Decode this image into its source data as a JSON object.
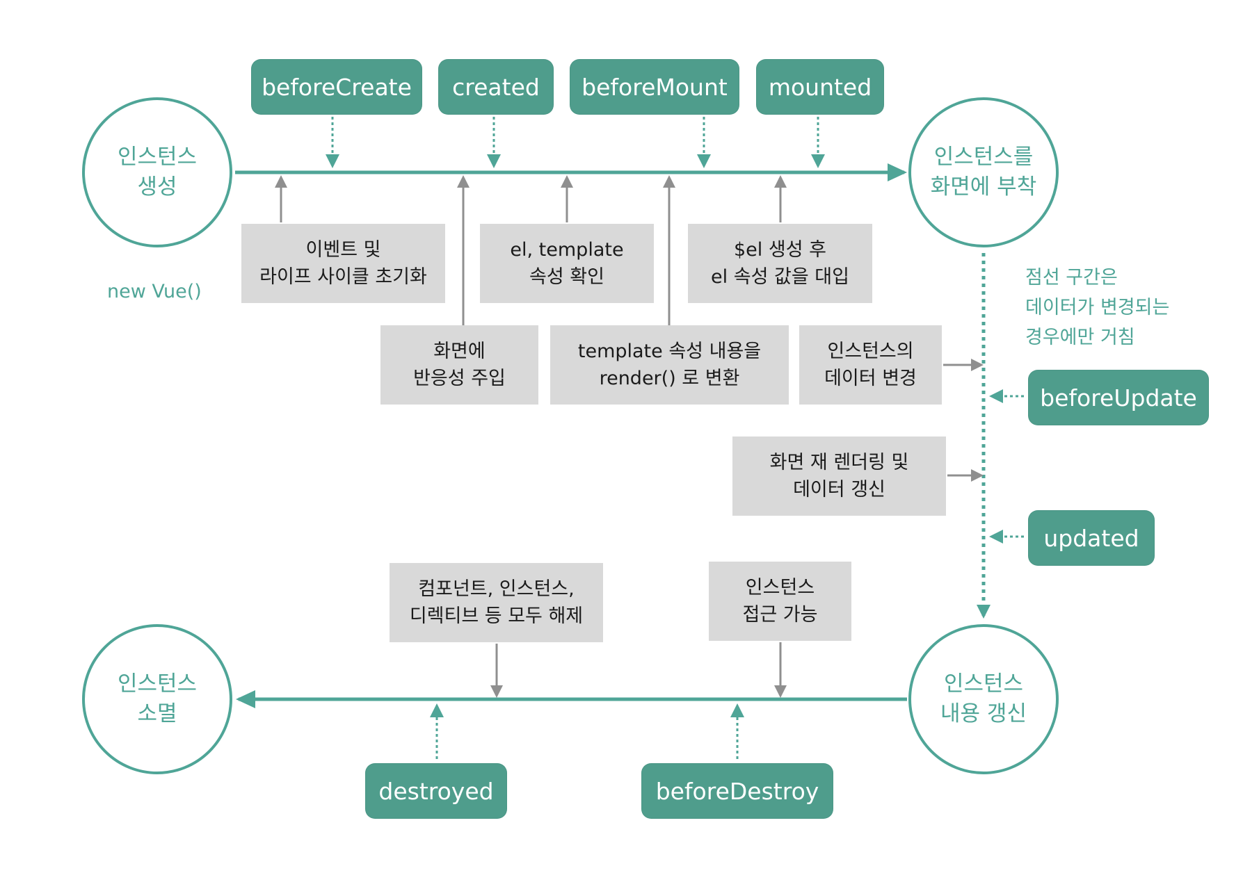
{
  "states": {
    "create": "인스턴스\n생성",
    "attach": "인스턴스를\n화면에 부착",
    "update": "인스턴스\n내용 갱신",
    "destroy": "인스턴스\n소멸"
  },
  "new_vue_label": "new Vue()",
  "hooks": {
    "beforeCreate": "beforeCreate",
    "created": "created",
    "beforeMount": "beforeMount",
    "mounted": "mounted",
    "beforeUpdate": "beforeUpdate",
    "updated": "updated",
    "beforeDestroy": "beforeDestroy",
    "destroyed": "destroyed"
  },
  "notes": {
    "init_events": "이벤트 및\n라이프 사이클 초기화",
    "check_template": "el, template\n속성 확인",
    "assign_el": "$el 생성 후\nel 속성 값을 대입",
    "inject_reactivity": "화면에\n반응성 주입",
    "template_to_render": "template 속성 내용을\nrender() 로 변환",
    "data_change": "인스턴스의\n데이터 변경",
    "rerender": "화면 재 렌더링 및\n데이터 갱신",
    "teardown": "컴포넌트, 인스턴스,\n디렉티브 등 모두 해제",
    "still_accessible": "인스턴스\n접근 가능"
  },
  "dotted_caption": "점선 구간은\n데이터가 변경되는\n경우에만 거침",
  "colors": {
    "teal_line": "#4fa597",
    "hook_fill": "#4f9d8c",
    "note_fill": "#d9d9d9",
    "gray_arrow": "#8f8f8f"
  }
}
